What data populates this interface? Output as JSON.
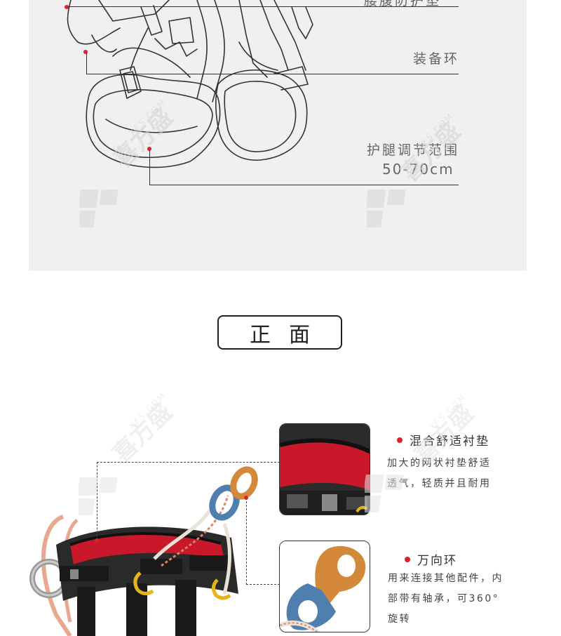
{
  "top_panel": {
    "callouts": [
      {
        "id": "waist-pad",
        "text": "腰腹防护垫"
      },
      {
        "id": "gear-loop",
        "text": "装备环"
      },
      {
        "id": "leg-range",
        "text": "护腿调节范围",
        "sub": "50-70cm"
      }
    ]
  },
  "section": {
    "title": "正面"
  },
  "features": [
    {
      "title": "混合舒适衬垫",
      "lines": [
        "加大的网状衬垫舒适",
        "透气，轻质并且耐用"
      ]
    },
    {
      "title": "万向环",
      "lines": [
        "用来连接其他配件，内",
        "部带有轴承，可360°",
        "旋转"
      ]
    }
  ],
  "watermark": {
    "text": "XFS.COM",
    "brand": "喜方盛"
  },
  "colors": {
    "accent": "#e0202a",
    "panel_bg": "#f0f0f0",
    "swivel_gold": "#d4883a",
    "swivel_blue": "#4f7fae",
    "pad_red": "#c8182a"
  }
}
